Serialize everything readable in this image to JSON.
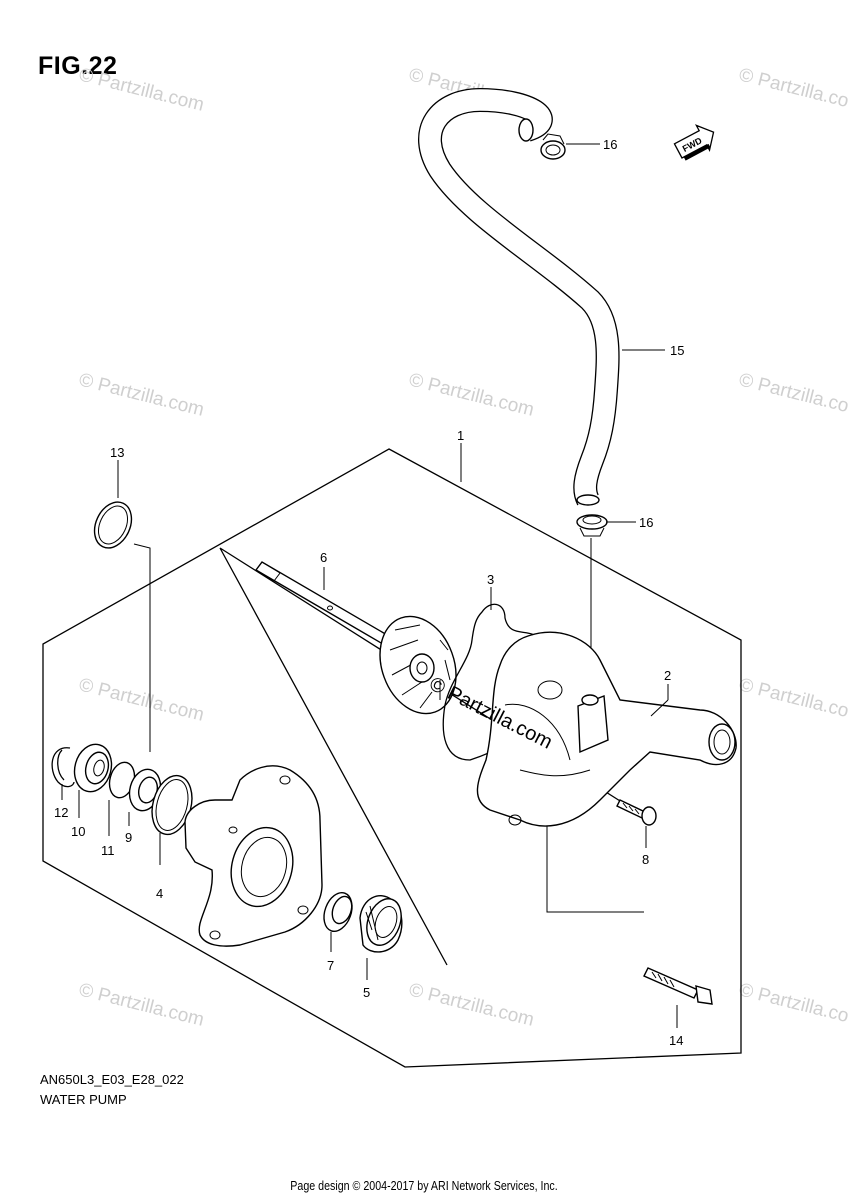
{
  "figure": {
    "title": "FIG.22",
    "code": "AN650L3_E03_E28_022",
    "name": "WATER PUMP"
  },
  "fwd_badge": "FWD",
  "watermark": "© Partzilla.com",
  "center_watermark": "© Partzilla.com",
  "credit": "Page design © 2004-2017 by ARI Network Services, Inc.",
  "callouts": [
    "1",
    "2",
    "3",
    "4",
    "5",
    "6",
    "7",
    "8",
    "9",
    "10",
    "11",
    "12",
    "13",
    "14",
    "15",
    "16",
    "16"
  ]
}
